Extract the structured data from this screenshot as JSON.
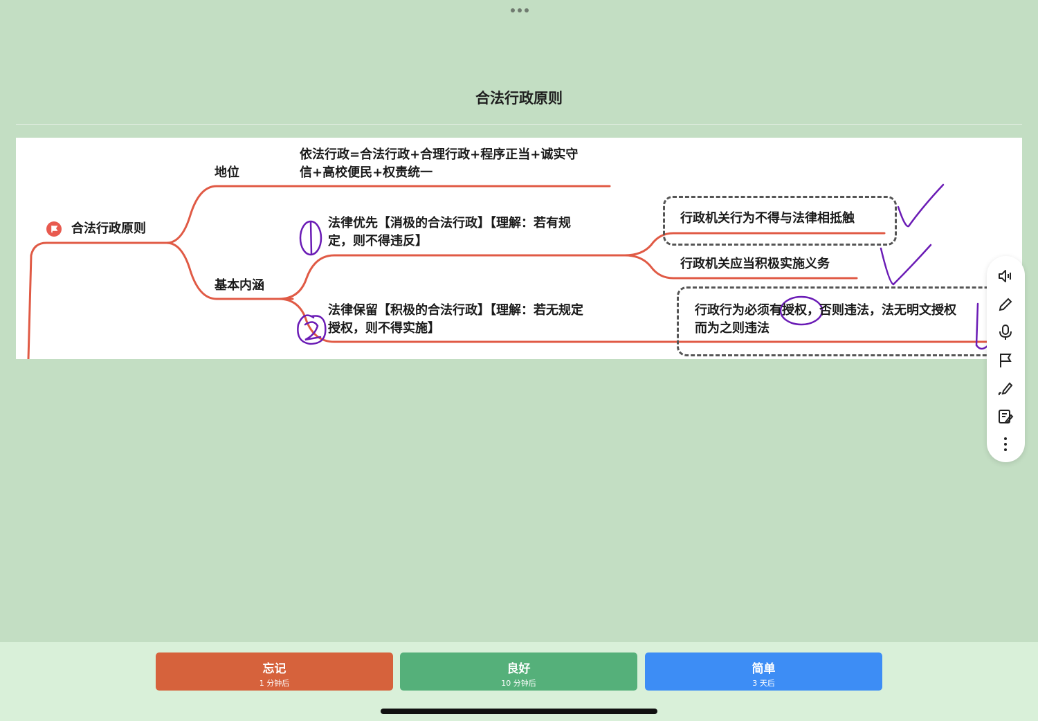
{
  "card": {
    "title": "合法行政原则"
  },
  "mindmap": {
    "root": "合法行政原则",
    "branches": {
      "status": {
        "label": "地位",
        "detail_line1": "依法行政=合法行政+合理行政+程序正当+诚实守",
        "detail_line2": "信+高校便民+权责统一"
      },
      "connotation": {
        "label": "基本内涵",
        "priority_line1": "法律优先【消极的合法行政】【理解：若有规",
        "priority_line2": "定，则不得违反】",
        "priority_leaf1": "行政机关行为不得与法律相抵触",
        "priority_leaf2": "行政机关应当积极实施义务",
        "reservation_line1": "法律保留【积极的合法行政】【理解：若无规定",
        "reservation_line2": "授权，则不得实施】",
        "reservation_leaf_line1": "行政行为必须有授权，否则违法，法无明文授权",
        "reservation_leaf_line2": "而为之则违法"
      }
    }
  },
  "toolbar": {
    "tools": [
      "speaker-icon",
      "pencil-icon",
      "microphone-icon",
      "flag-icon",
      "pen-icon",
      "edit-note-icon",
      "more-vertical-icon"
    ]
  },
  "answers": {
    "again": {
      "label": "忘记",
      "interval": "1 分钟后"
    },
    "good": {
      "label": "良好",
      "interval": "10 分钟后"
    },
    "easy": {
      "label": "简单",
      "interval": "3 天后"
    }
  },
  "colors": {
    "background": "#c3dec3",
    "branch_line": "#e05a45",
    "annotation_ink": "#6a1bb5",
    "again": "#d6623c",
    "good": "#55b07a",
    "easy": "#3d8df5"
  }
}
